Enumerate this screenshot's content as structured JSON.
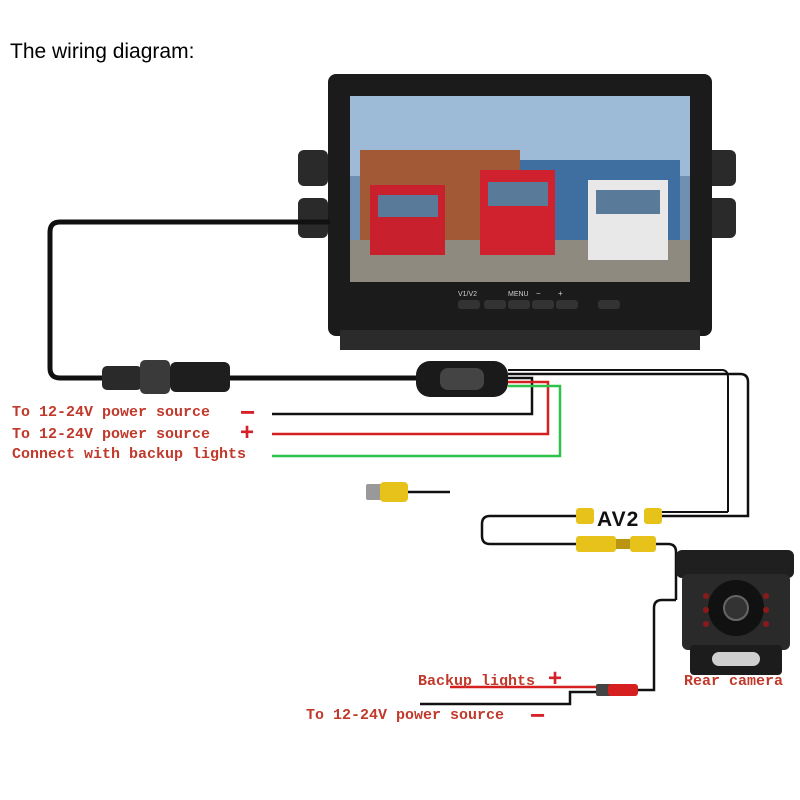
{
  "title": "The wiring diagram:",
  "labels": {
    "power_negative": "To 12-24V power source",
    "power_positive": "To 12-24V power source",
    "backup_lights_connect": "Connect with backup lights",
    "backup_lights": "Backup lights",
    "power_negative_camera": "To 12-24V power source",
    "rear_camera": "Rear camera",
    "av2": "AV2"
  },
  "signs": {
    "minus": "−",
    "plus": "+"
  },
  "monitor": {
    "buttons": [
      "V1/V2",
      "MENU",
      "−",
      "+"
    ]
  },
  "colors": {
    "wire_black": "#111111",
    "wire_red": "#d62020",
    "wire_green": "#2fc24a",
    "label_red": "#c0392b",
    "rca_yellow": "#e6c21a"
  }
}
